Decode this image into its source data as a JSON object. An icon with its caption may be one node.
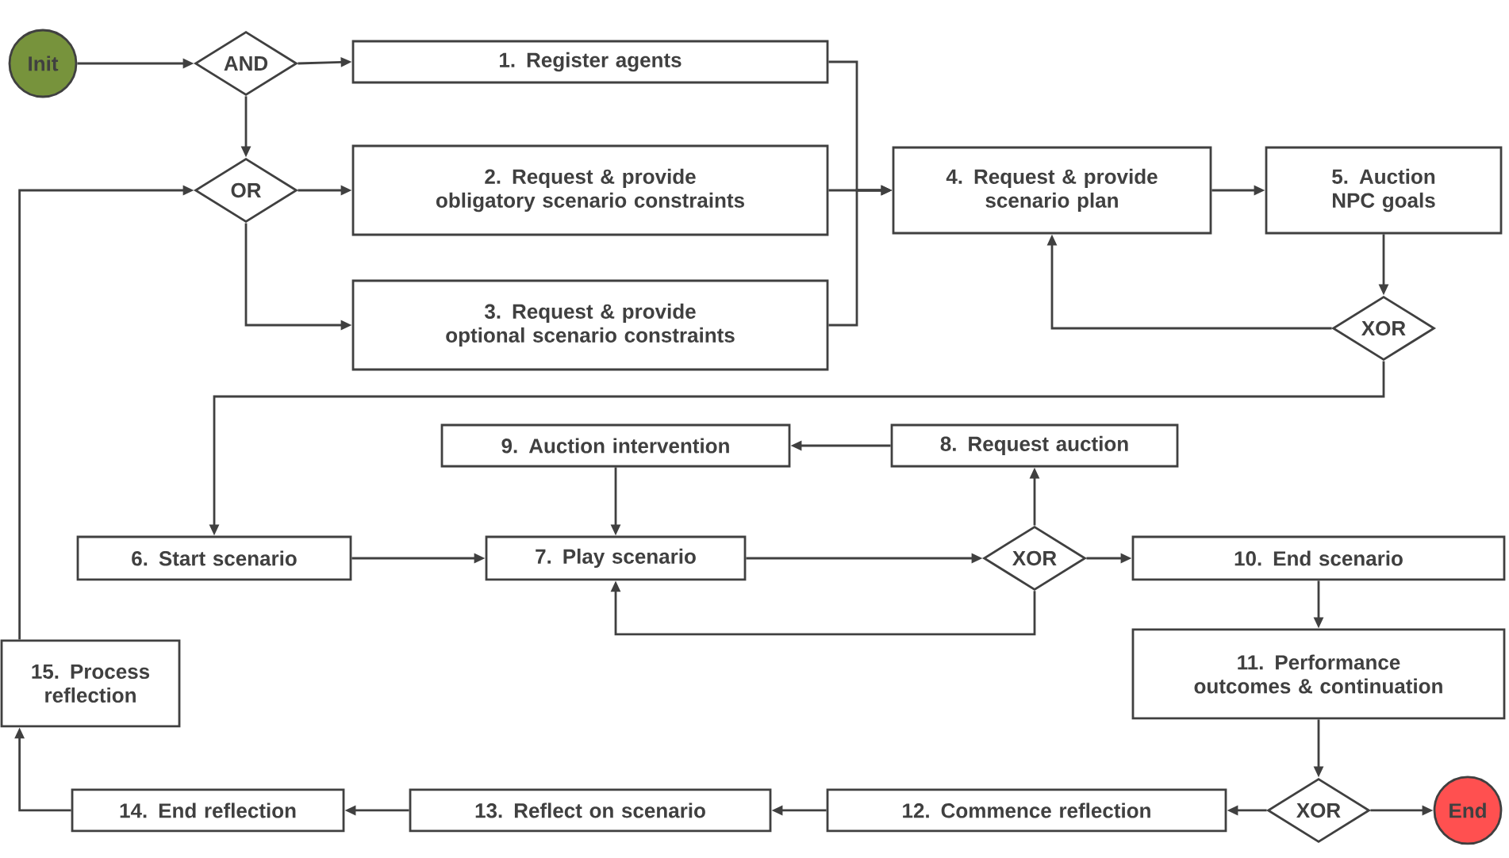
{
  "diagram": {
    "nodes": [
      {
        "text": [
          "Init"
        ]
      },
      {
        "text": [
          "AND"
        ]
      },
      {
        "text": [
          "1. Register agents"
        ]
      },
      {
        "text": [
          "OR"
        ]
      },
      {
        "text": [
          "2. Request & provide obligatory scenario constraints"
        ]
      },
      {
        "text": [
          "3. Request & provide optional scenario constraints"
        ]
      },
      {
        "text": [
          "4. Request & provide scenario plan"
        ]
      },
      {
        "text": [
          "5. Auction NPC goals"
        ]
      },
      {
        "text": [
          "XOR"
        ]
      },
      {
        "text": [
          "6. Start scenario"
        ]
      },
      {
        "text": [
          "9. Auction intervention"
        ]
      },
      {
        "text": [
          "8. Request auction"
        ]
      },
      {
        "text": [
          "7. Play scenario"
        ]
      },
      {
        "text": [
          "XOR"
        ]
      },
      {
        "text": [
          "10. End scenario"
        ]
      },
      {
        "text": [
          "11. Performance outcomes & continuation"
        ]
      },
      {
        "text": [
          "15. Process reflection"
        ]
      },
      {
        "text": [
          "XOR"
        ]
      },
      {
        "text": [
          "End"
        ]
      },
      {
        "text": [
          "12. Commence reflection"
        ]
      },
      {
        "text": [
          "13. Reflect on scenario"
        ]
      },
      {
        "text": [
          "14. End reflection"
        ]
      }
    ],
    "edges": [
      {
        "from": 0,
        "to": 1,
        "arrow": "to"
      },
      {
        "from": 1,
        "to": 2,
        "arrow": "to"
      },
      {
        "from": 1,
        "to": 3,
        "arrow": "to"
      },
      {
        "from": 3,
        "to": 4,
        "arrow": "to"
      },
      {
        "from": 3,
        "to": 5,
        "arrow": "to"
      },
      {
        "from": 2,
        "to": 6,
        "arrow": "to"
      },
      {
        "from": 4,
        "to": 6,
        "arrow": "to"
      },
      {
        "from": 5,
        "to": 6,
        "arrow": "to"
      },
      {
        "from": 6,
        "to": 7,
        "arrow": "to"
      },
      {
        "from": 7,
        "to": 8,
        "arrow": "to"
      },
      {
        "from": 8,
        "to": 6,
        "arrow": "to"
      },
      {
        "from": 8,
        "to": 9,
        "arrow": "to"
      },
      {
        "from": 9,
        "to": 12,
        "arrow": "to"
      },
      {
        "from": 10,
        "to": 12,
        "arrow": "to"
      },
      {
        "from": 12,
        "to": 13,
        "arrow": "to"
      },
      {
        "from": 13,
        "to": 11,
        "arrow": "to"
      },
      {
        "from": 11,
        "to": 10,
        "arrow": "to"
      },
      {
        "from": 13,
        "to": 12,
        "arrow": "to"
      },
      {
        "from": 13,
        "to": 14,
        "arrow": "to"
      },
      {
        "from": 14,
        "to": 15,
        "arrow": "to"
      },
      {
        "from": 15,
        "to": 17,
        "arrow": "to"
      },
      {
        "from": 17,
        "to": 18,
        "arrow": "to"
      },
      {
        "from": 17,
        "to": 19,
        "arrow": "to"
      },
      {
        "from": 19,
        "to": 20,
        "arrow": "to"
      },
      {
        "from": 20,
        "to": 21,
        "arrow": "to"
      },
      {
        "from": 21,
        "to": 16,
        "arrow": "to"
      },
      {
        "from": 16,
        "to": 3,
        "arrow": "to"
      }
    ]
  }
}
